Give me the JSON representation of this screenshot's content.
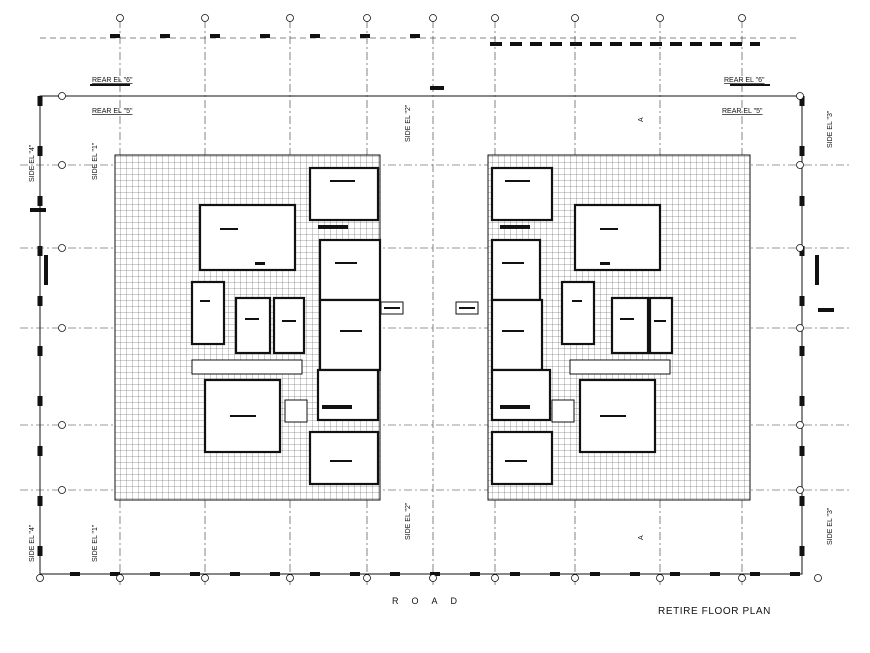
{
  "labels": {
    "rear_el_6": "REAR EL \"6\"",
    "rear_el_5": "REAR EL \"5\"",
    "side_el_4": "SIDE EL \"4\"",
    "side_el_1": "SIDE EL \"1\"",
    "side_el_2": "SIDE EL \"2\"",
    "side_el_3": "SIDE EL \"3\"",
    "section_a": "A"
  },
  "road": "ROAD",
  "title": "RETIRE  FLOOR PLAN",
  "colors": {
    "ink": "#111111",
    "paper": "#ffffff"
  }
}
